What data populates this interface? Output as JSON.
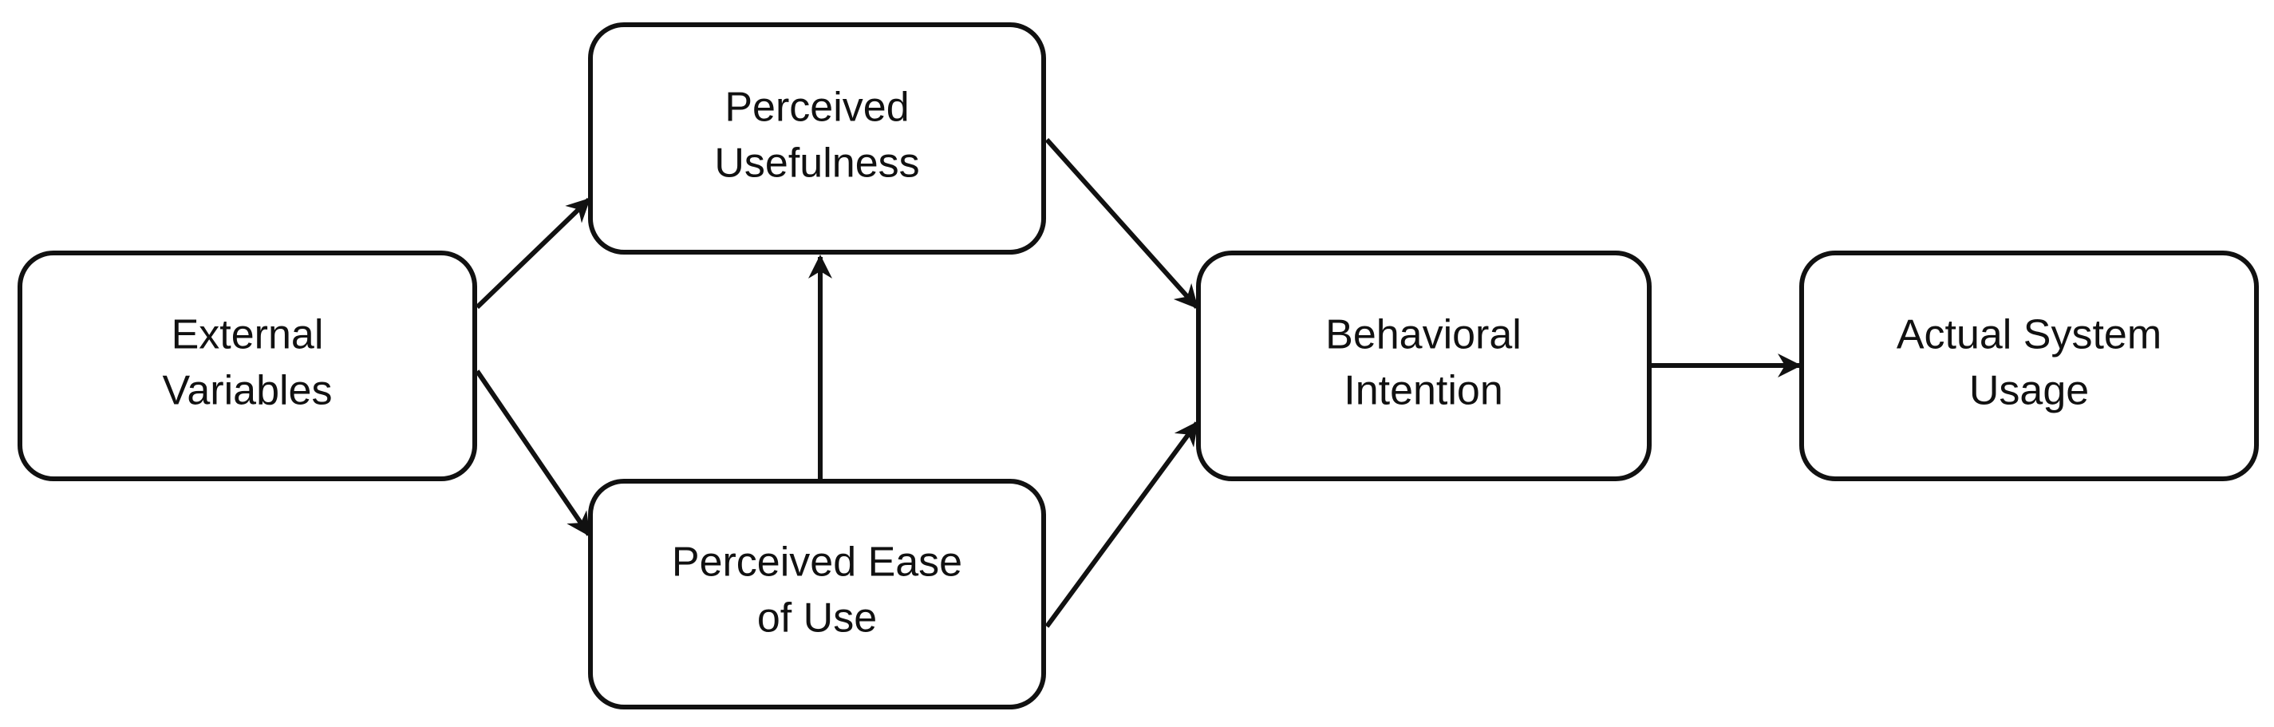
{
  "diagram": {
    "nodes": {
      "external": {
        "line1": "External",
        "line2": "Variables"
      },
      "usefulness": {
        "line1": "Perceived",
        "line2": "Usefulness"
      },
      "ease": {
        "line1": "Perceived Ease",
        "line2": "of Use"
      },
      "intention": {
        "line1": "Behavioral",
        "line2": "Intention"
      },
      "usage": {
        "line1": "Actual System",
        "line2": "Usage"
      }
    },
    "edges": [
      {
        "from": "external",
        "to": "usefulness"
      },
      {
        "from": "external",
        "to": "ease"
      },
      {
        "from": "ease",
        "to": "usefulness"
      },
      {
        "from": "usefulness",
        "to": "intention"
      },
      {
        "from": "ease",
        "to": "intention"
      },
      {
        "from": "intention",
        "to": "usage"
      }
    ],
    "colors": {
      "stroke": "#111111",
      "fill": "#ffffff",
      "text": "#111111"
    }
  }
}
